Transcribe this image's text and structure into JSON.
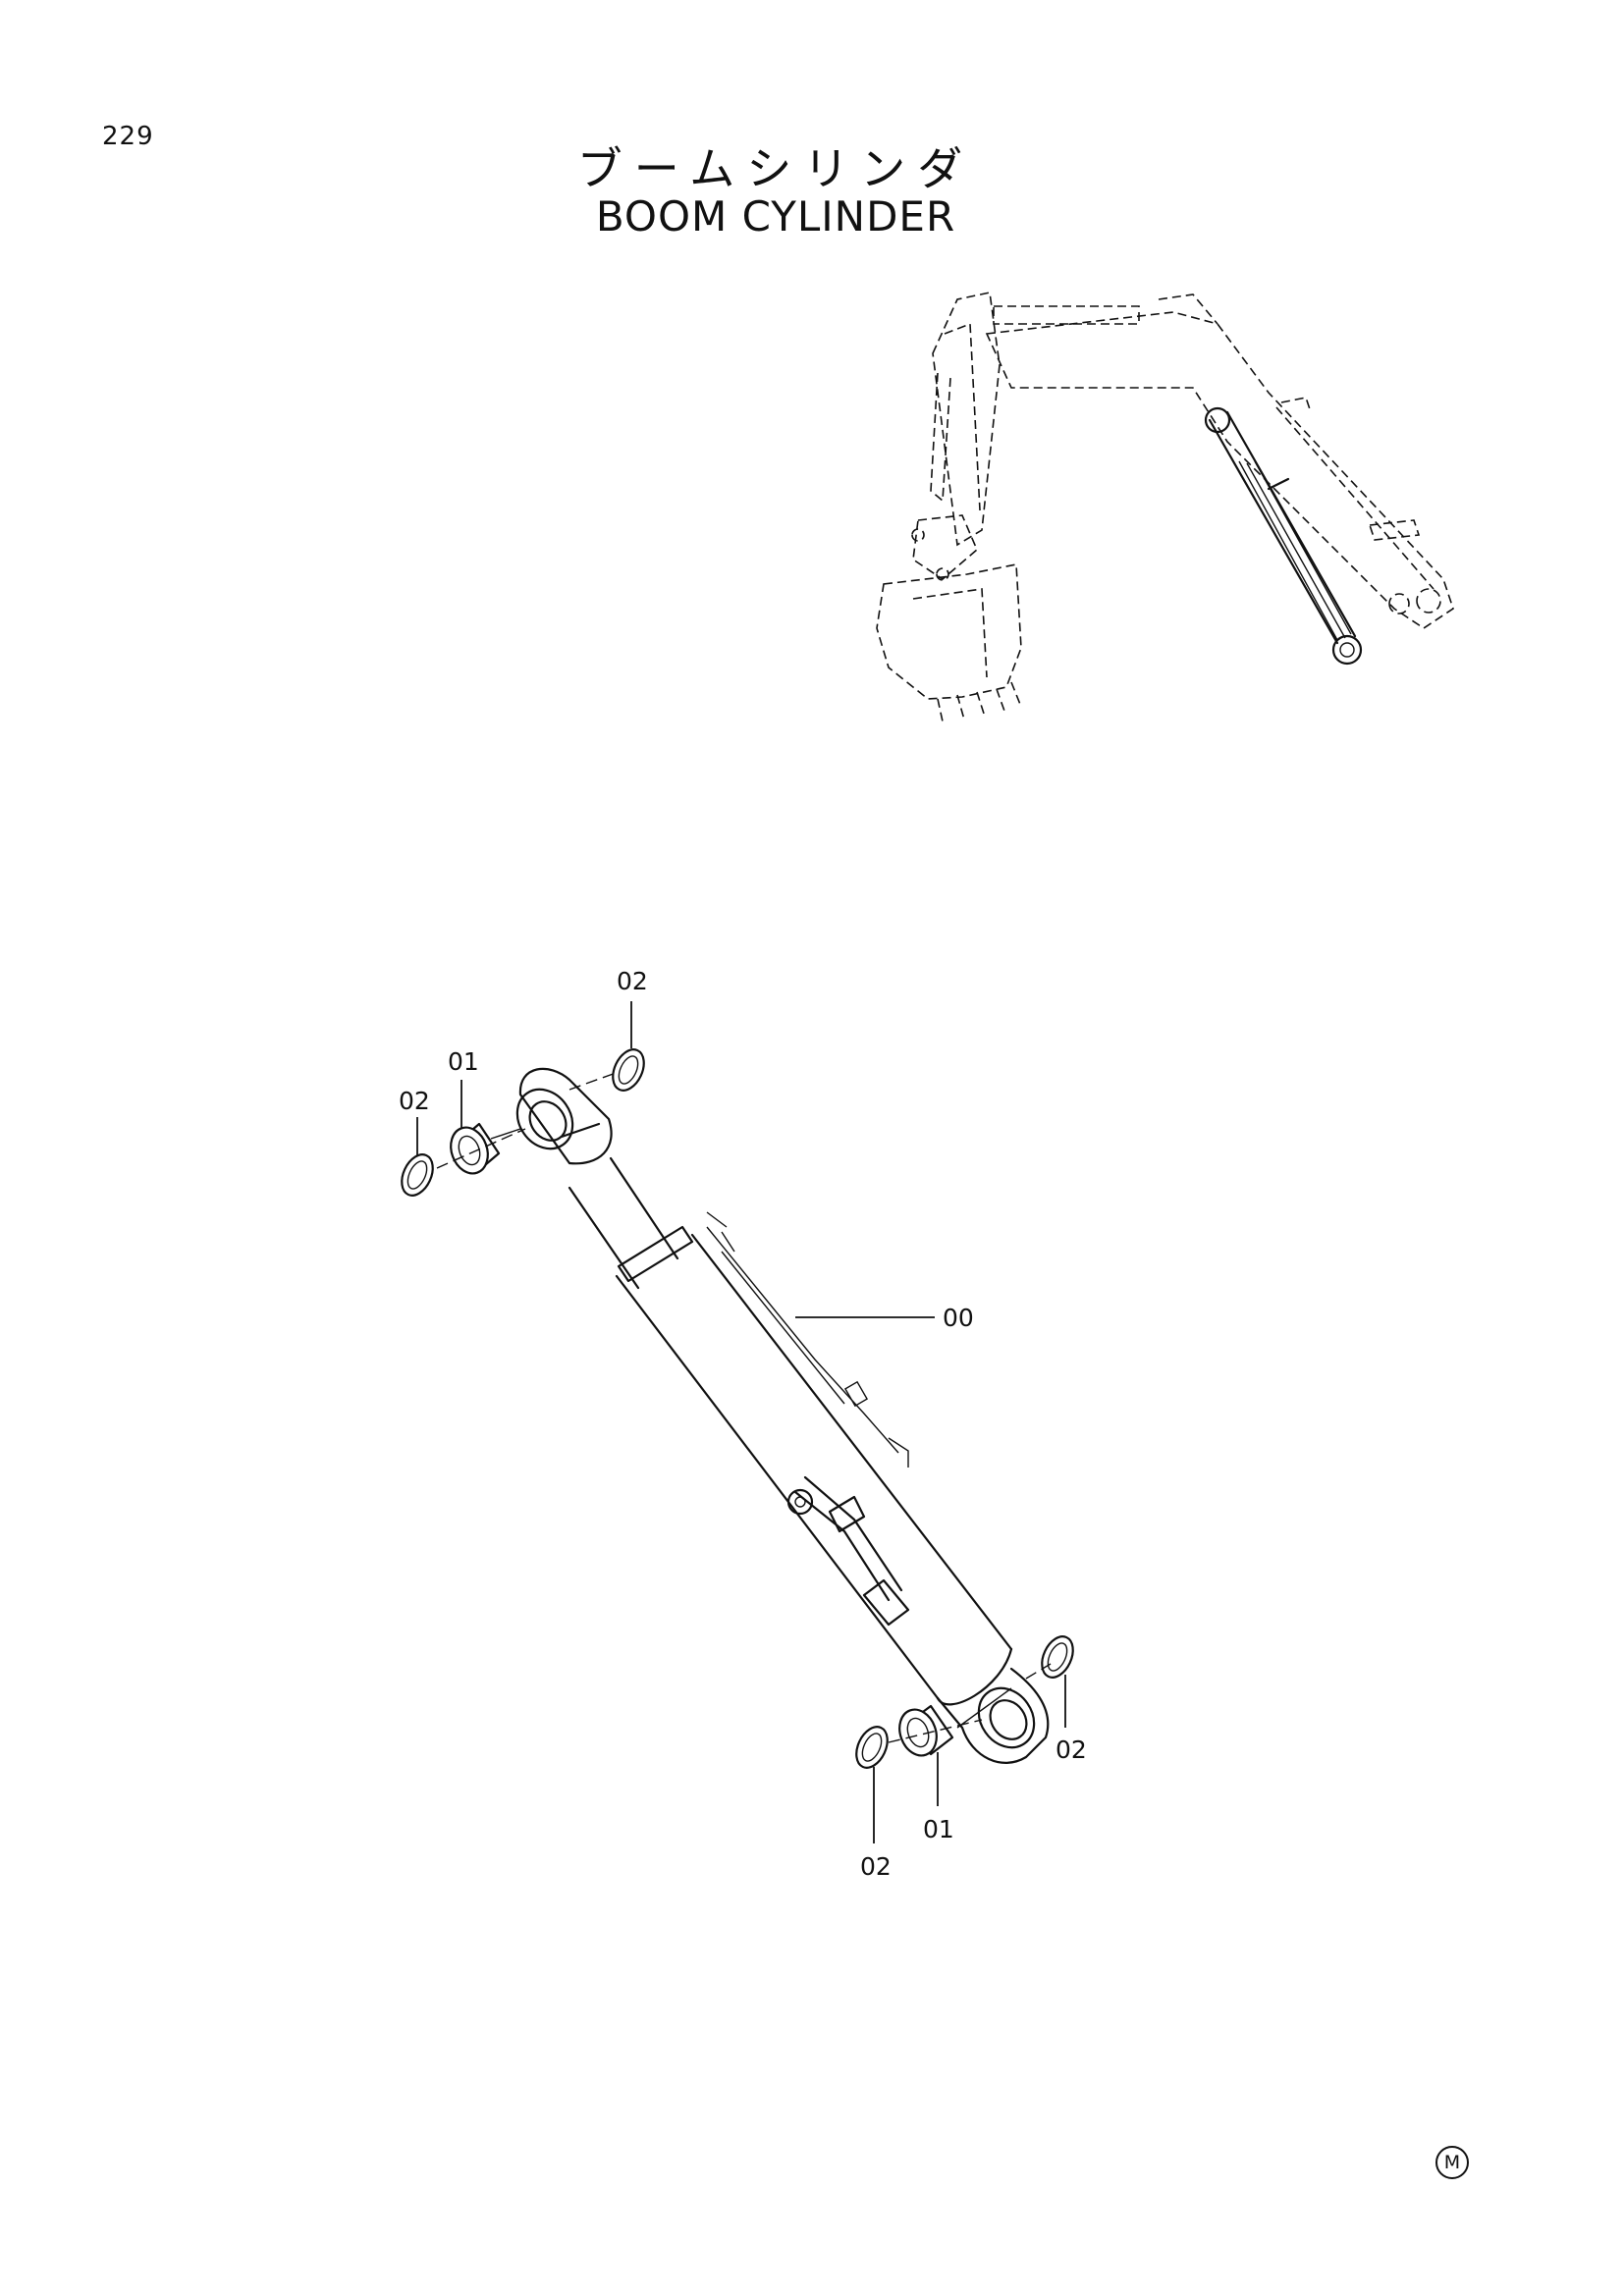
{
  "page": {
    "number": "229",
    "title_jp": "ブームシリンダ",
    "title_en": "BOOM  CYLINDER",
    "mark": "M"
  },
  "callouts": [
    {
      "id": "c1",
      "label": "02"
    },
    {
      "id": "c2",
      "label": "01"
    },
    {
      "id": "c3",
      "label": "02"
    },
    {
      "id": "c4",
      "label": "00"
    },
    {
      "id": "c5",
      "label": "02"
    },
    {
      "id": "c6",
      "label": "01"
    },
    {
      "id": "c7",
      "label": "02"
    }
  ],
  "colors": {
    "ink": "#111111",
    "paper": "#ffffff"
  }
}
